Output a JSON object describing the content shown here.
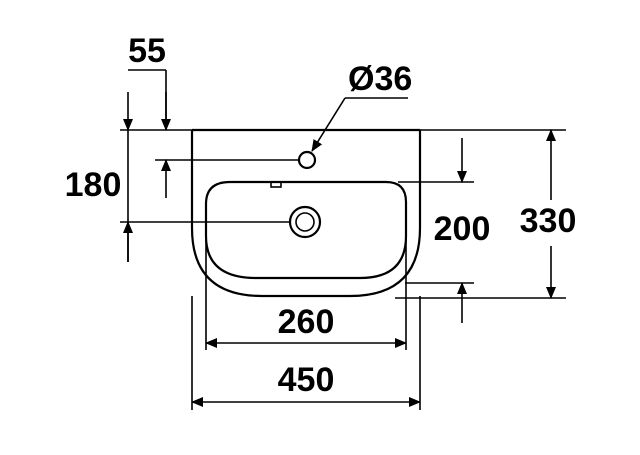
{
  "drawing": {
    "labels": {
      "hole_offset": "55",
      "hole_diameter": "Ø36",
      "hole_depth": "180",
      "bowl_depth": "200",
      "total_depth": "330",
      "bowl_width": "260",
      "total_width": "450"
    }
  }
}
